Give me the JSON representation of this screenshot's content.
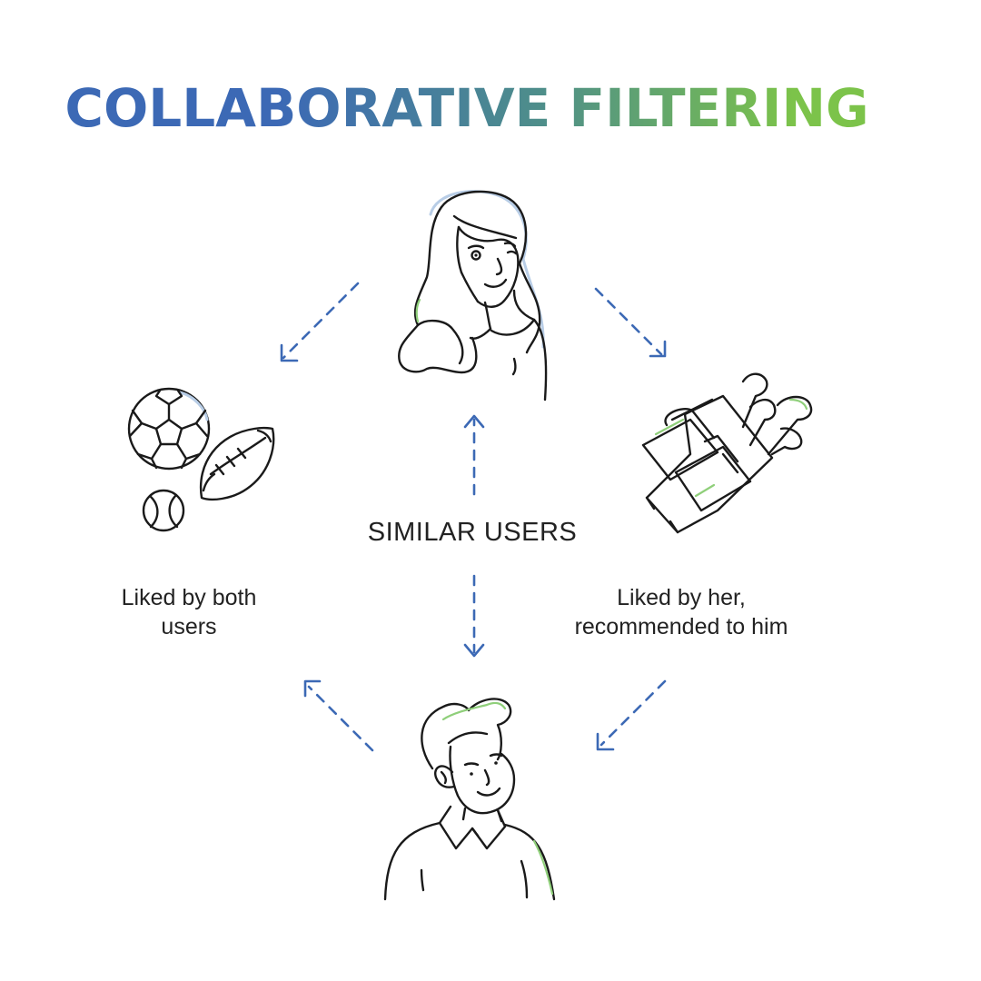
{
  "title": {
    "text": "COLLABORATIVE FILTERING",
    "gradient": [
      "#3c69b5",
      "#4e8e8a",
      "#7cc34a"
    ]
  },
  "labels": {
    "center": "SIMILAR USERS",
    "left": [
      "Liked by both",
      "users"
    ],
    "right": [
      "Liked by her,",
      "recommended to him"
    ]
  },
  "colors": {
    "arrow": "#3c69b5",
    "line": "#1a1a1a",
    "accent_green": "#8fcf7a",
    "accent_blue": "#b8cde6"
  },
  "icons": {
    "top_user": "woman-user-icon",
    "bottom_user": "man-user-icon",
    "left_items": "sports-balls-icon",
    "right_item": "golf-bag-icon"
  }
}
